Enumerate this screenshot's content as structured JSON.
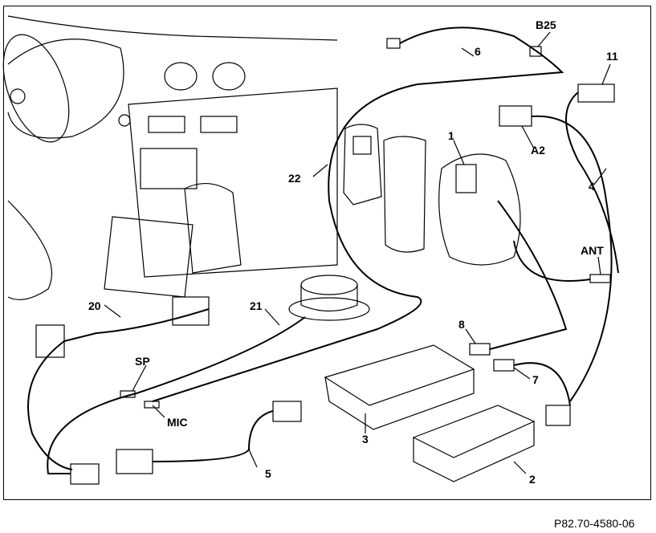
{
  "labels": {
    "b25": "B25",
    "n6": "6",
    "n11": "11",
    "a2": "A2",
    "n22": "22",
    "n1": "1",
    "n4": "4",
    "ant": "ANT",
    "n20": "20",
    "n21": "21",
    "n8": "8",
    "n7": "7",
    "sp": "SP",
    "mic": "MIC",
    "n3": "3",
    "n5": "5",
    "n2": "2"
  },
  "reference_code": "P82.70-4580-06"
}
